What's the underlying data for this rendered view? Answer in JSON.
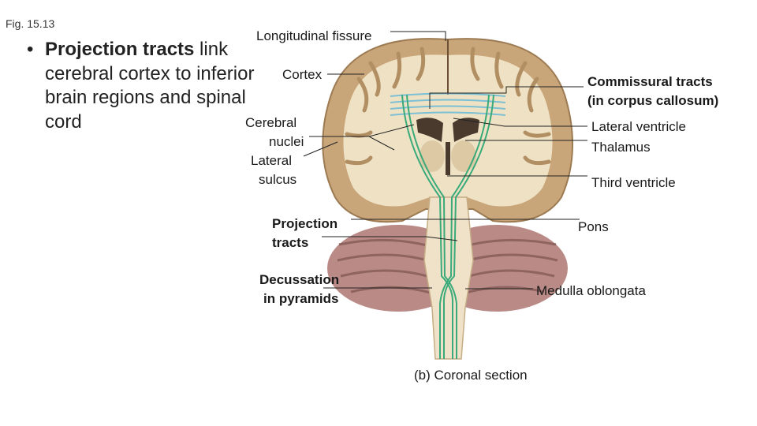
{
  "figure_number": "Fig. 15.13",
  "bullet": {
    "marker": "•",
    "bold_term": "Projection tracts",
    "text": " link cerebral cortex to inferior brain regions and spinal cord"
  },
  "labels": {
    "longitudinal_fissure": "Longitudinal fissure",
    "cortex": "Cortex",
    "cerebral_nuclei_line1": "Cerebral",
    "cerebral_nuclei_line2": "nuclei",
    "lateral_sulcus_line1": "Lateral",
    "lateral_sulcus_line2": "sulcus",
    "commissural_line1": "Commissural tracts",
    "commissural_line2": "(in corpus callosum)",
    "lateral_ventricle": "Lateral ventricle",
    "thalamus": "Thalamus",
    "third_ventricle": "Third ventricle",
    "projection_line1": "Projection",
    "projection_line2": "tracts",
    "pons": "Pons",
    "decussation_line1": "Decussation",
    "decussation_line2": "in pyramids",
    "medulla": "Medulla oblongata",
    "caption": "(b) Coronal section"
  },
  "colors": {
    "white_matter": "#efe2c4",
    "gray_matter": "#c9a57a",
    "cerebellum": "#b98a86",
    "brainstem": "#f0e2c8",
    "tracts": "#3aaa7a",
    "commissural": "#7cc0d6",
    "ventricle": "#4a3a2e",
    "leader": "#222222"
  }
}
